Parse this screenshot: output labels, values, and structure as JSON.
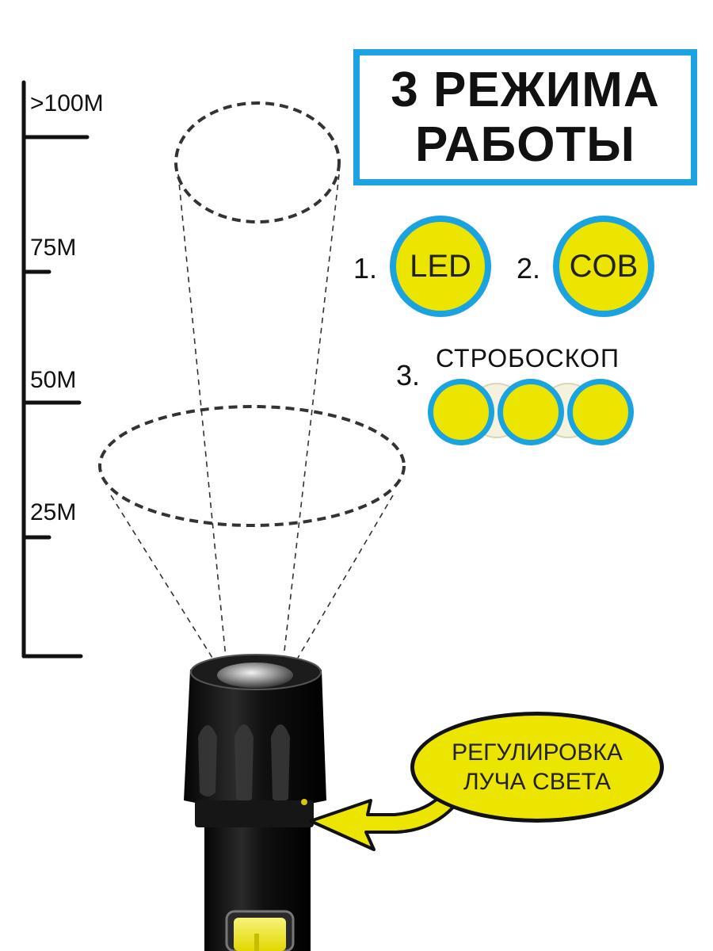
{
  "scale": {
    "labels": [
      ">100M",
      "75M",
      "50M",
      "25M"
    ]
  },
  "title": {
    "line1": "3 РЕЖИМА",
    "line2": "РАБОТЫ"
  },
  "modes": {
    "mode1_number": "1.",
    "mode1_label": "LED",
    "mode2_number": "2.",
    "mode2_label": "COB",
    "mode3_number": "3.",
    "mode3_label": "СТРОБОСКОП"
  },
  "callout": {
    "line1": "РЕГУЛИРОВКА",
    "line2": "ЛУЧА СВЕТА"
  },
  "colors": {
    "accent_blue": "#1aa3e0",
    "yellow": "#ece500",
    "outline": "#111111"
  }
}
